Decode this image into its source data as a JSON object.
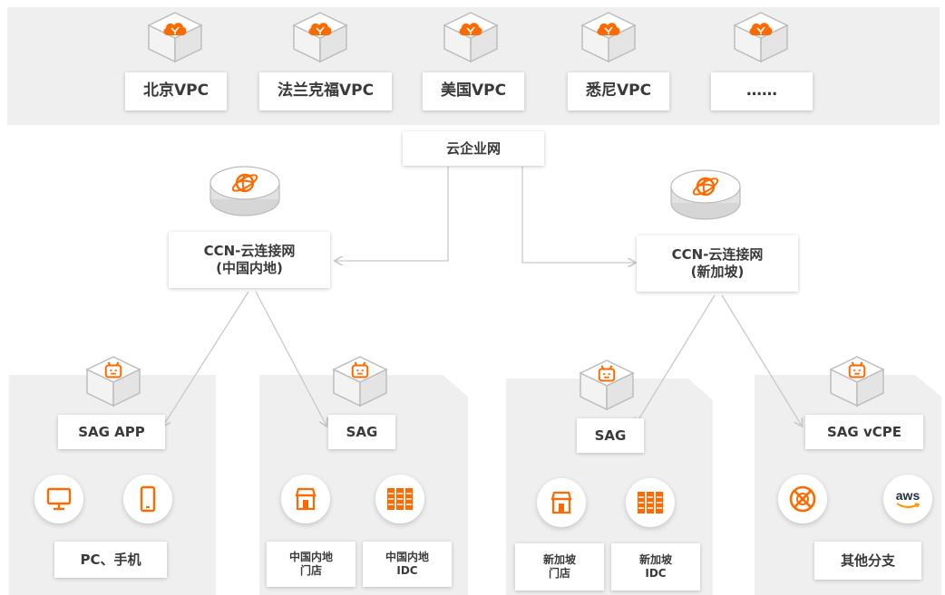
{
  "colors": {
    "accent": "#ff6a00",
    "panel": "#efefef",
    "line": "#c9c9c9"
  },
  "vpcs": [
    {
      "label": "北京VPC",
      "icon": "cloud-server-icon"
    },
    {
      "label": "法兰克福VPC",
      "icon": "cloud-server-icon"
    },
    {
      "label": "美国VPC",
      "icon": "cloud-server-icon"
    },
    {
      "label": "悉尼VPC",
      "icon": "cloud-server-icon"
    },
    {
      "label": "……",
      "icon": "cloud-server-icon"
    }
  ],
  "cen": {
    "label": "云企业网"
  },
  "ccn": [
    {
      "line1": "CCN-云连接网",
      "line2": "(中国内地)",
      "icon": "globe-orbit-icon"
    },
    {
      "line1": "CCN-云连接网",
      "line2": "(新加坡)",
      "icon": "globe-orbit-icon"
    }
  ],
  "groups": [
    {
      "sag": "SAG APP",
      "icons": [
        "monitor-icon",
        "phone-icon"
      ],
      "labels": [
        "PC、手机"
      ]
    },
    {
      "sag": "SAG",
      "icons": [
        "store-icon",
        "idc-icon"
      ],
      "labels": [
        [
          "中国内地",
          "门店"
        ],
        [
          "中国内地",
          "IDC"
        ]
      ]
    },
    {
      "sag": "SAG",
      "icons": [
        "store-icon",
        "idc-icon"
      ],
      "labels": [
        [
          "新加坡",
          "门店"
        ],
        [
          "新加坡",
          "IDC"
        ]
      ]
    },
    {
      "sag": "SAG vCPE",
      "icons": [
        "x-circle-icon",
        "aws-icon"
      ],
      "labels": [
        "其他分支"
      ]
    }
  ],
  "aws_text": "aws"
}
